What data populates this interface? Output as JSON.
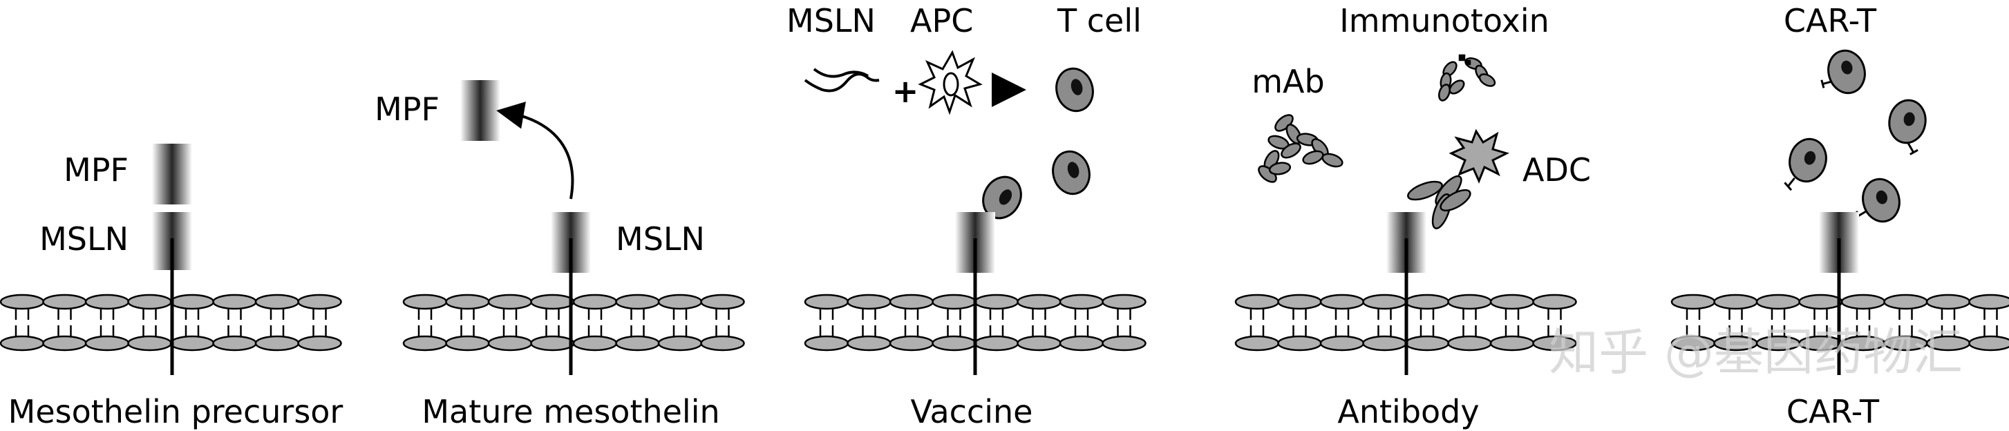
{
  "panels": {
    "precursor": {
      "caption": "Mesothelin precursor",
      "mpf_label": "MPF",
      "msln_label": "MSLN"
    },
    "mature": {
      "caption": "Mature mesothelin",
      "mpf_label": "MPF",
      "msln_label": "MSLN"
    },
    "vaccine": {
      "caption": "Vaccine",
      "msln_label": "MSLN",
      "apc_label": "APC",
      "tcell_label": "T cell",
      "plus": "+"
    },
    "antibody": {
      "caption": "Antibody",
      "immunotoxin_label": "Immunotoxin",
      "mab_label": "mAb",
      "adc_label": "ADC"
    },
    "cart": {
      "caption": "CAR-T",
      "cart_label": "CAR-T"
    }
  },
  "watermark": "知乎 @基因药物汇",
  "colors": {
    "lipid_fill": "#b0b0b0",
    "cell_fill": "#8c8c8c",
    "ink": "#000000",
    "star_fill": "#a8a8a8"
  }
}
